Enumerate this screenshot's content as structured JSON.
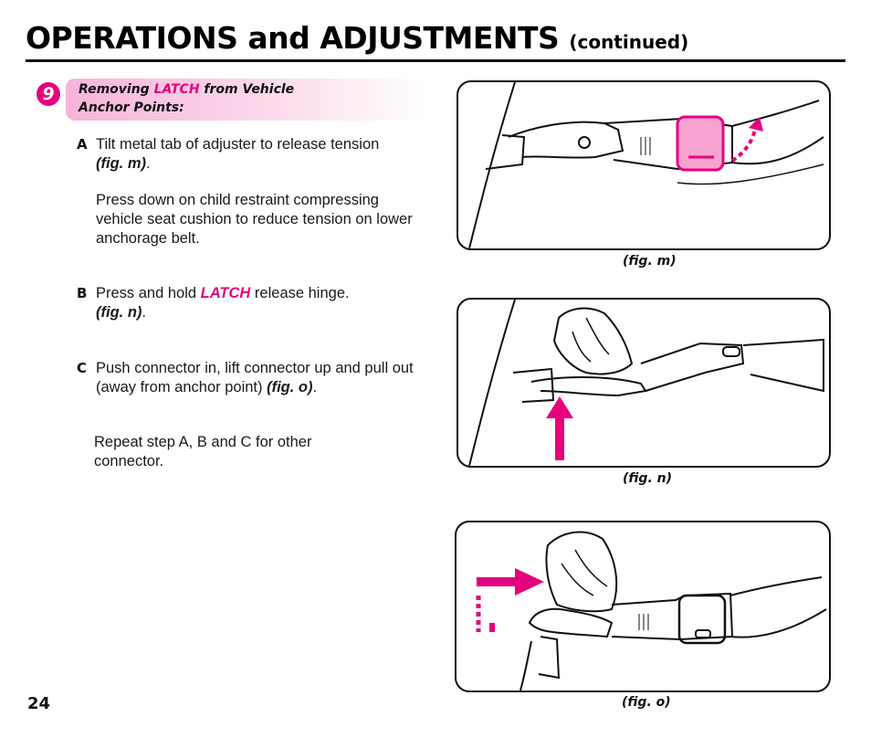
{
  "header": {
    "title": "OPERATIONS and ADJUSTMENTS",
    "subtitle": "(continued)"
  },
  "step": {
    "number": "9",
    "heading_part1": "Removing ",
    "heading_latch": "LATCH",
    "heading_part2": " from Vehicle",
    "heading_line2": "Anchor Points:"
  },
  "instructions": {
    "a": {
      "letter": "A",
      "text": "Tilt metal tab of adjuster to release tension",
      "ref": "(fig. m)",
      "ref_suffix": ".",
      "extra": "Press down on child restraint compressing vehicle seat cushion to reduce tension on lower anchorage belt."
    },
    "b": {
      "letter": "B",
      "text_before": "Press and hold ",
      "latch": "LATCH",
      "text_after": " release hinge.",
      "ref": "(fig. n)",
      "ref_suffix": "."
    },
    "c": {
      "letter": "C",
      "text": "Push connector in, lift connector up and pull out (away from anchor point) ",
      "ref": "(fig. o)",
      "ref_suffix": "."
    },
    "repeat": "Repeat step A, B and C for other connector."
  },
  "figures": {
    "m": {
      "caption": "(fig. m)"
    },
    "n": {
      "caption": "(fig. n)"
    },
    "o": {
      "caption": "(fig. o)"
    }
  },
  "colors": {
    "accent": "#e6007e",
    "band_start": "#f6b4d8",
    "text": "#111111"
  },
  "footer": {
    "page_number": "24"
  }
}
